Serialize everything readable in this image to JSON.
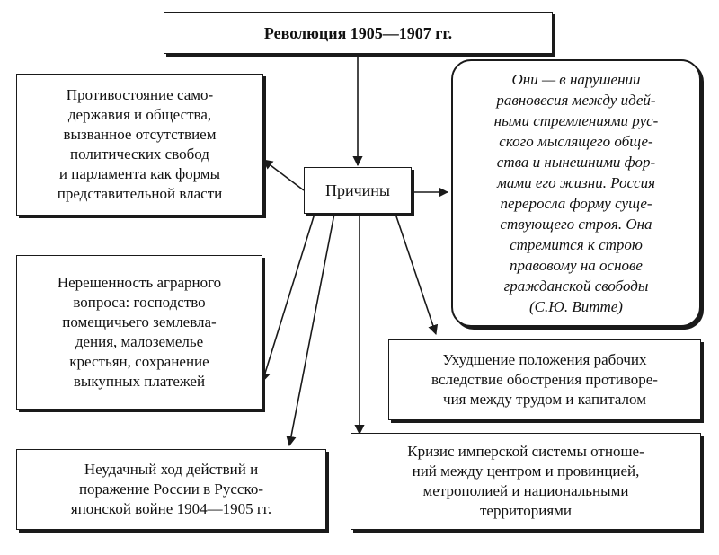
{
  "title": "Революция 1905—1907 гг.",
  "center": "Причины",
  "causes": {
    "autocracy": "Противостояние само-\nдержавия и общества,\nвызванное отсутствием\nполитических свобод\nи парламента как формы\nпредставительной власти",
    "agrarian": "Нерешенность аграрного\nвопроса: господство\nпомещичьего землевла-\nдения, малоземелье\nкрестьян, сохранение\nвыкупных платежей",
    "war": "Неудачный ход действий и\nпоражение России в Русско-\nяпонской войне 1904—1905 гг.",
    "imperial": "Кризис имперской системы отноше-\nний между центром и провинцией,\nметрополией и национальными\nтерриториями",
    "workers": "Ухудшение положения рабочих\nвследствие обострения противоре-\nчия между трудом и капиталом"
  },
  "quote": "Они — в нарушении\nравновесия между идей-\nными стремлениями рус-\nского мыслящего обще-\nства и нынешними фор-\nмами его жизни. Россия\nпереросла форму суще-\nствующего строя. Она\nстремится к строю\nправовому на основе\nгражданской свободы\n(С.Ю. Витте)"
}
